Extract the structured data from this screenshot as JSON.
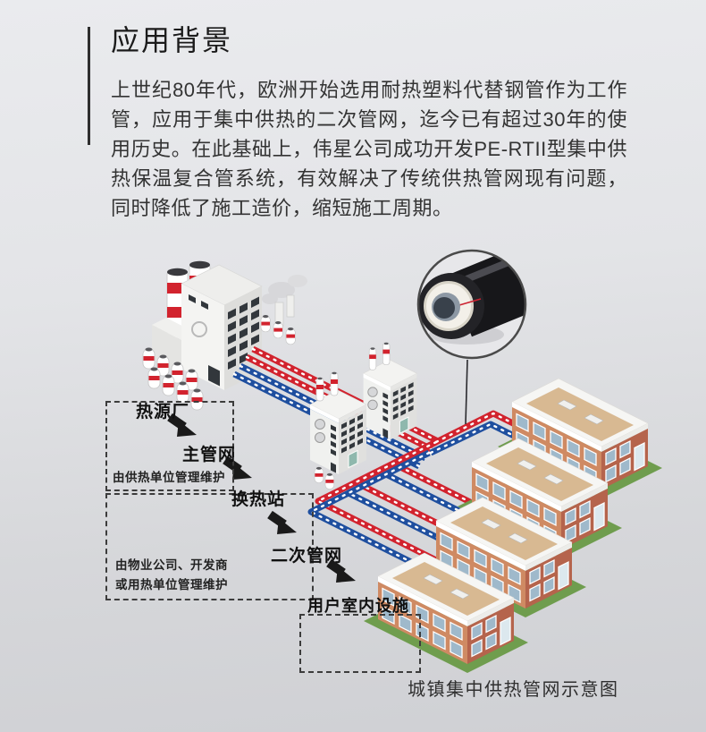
{
  "header": {
    "title": "应用背景"
  },
  "intro": {
    "text": "上世纪80年代，欧洲开始选用耐热塑料代替钢管作为工作管，应用于集中供热的二次管网，迄今已有超过30年的使用历史。在此基础上，伟星公司成功开发PE-RTII型集中供热保温复合管系统，有效解决了传统供热管网现有问题，同时降低了施工造价，缩短施工周期。"
  },
  "diagram": {
    "caption": "城镇集中供热管网示意图",
    "flow": {
      "step1": "热源厂",
      "step2": "主管网",
      "step3": "换热站",
      "step4": "二次管网",
      "step5": "用户室内设施"
    },
    "notes": {
      "primary": "由供热单位管理维护",
      "secondary_line1": "由物业公司、开发商",
      "secondary_line2": "或用热单位管理维护"
    },
    "colors": {
      "supply_pipe": "#d2232e",
      "return_pipe": "#1f4f9f",
      "grass": "#6f9d4e",
      "brick_light": "#cf8a63",
      "brick_dark": "#b5644c",
      "roof_deck": "#d8b992",
      "label_ink": "#1a1a1a"
    }
  }
}
